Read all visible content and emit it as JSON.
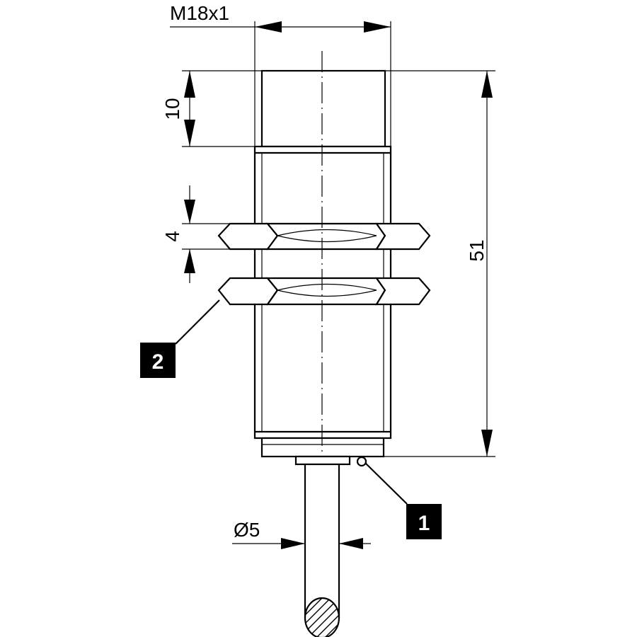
{
  "dimensions": {
    "thread": "M18x1",
    "front_length": "10",
    "nut_thickness": "4",
    "total_length": "51",
    "cable_diameter": "Ø5"
  },
  "callouts": {
    "led": "1",
    "nuts": "2"
  }
}
